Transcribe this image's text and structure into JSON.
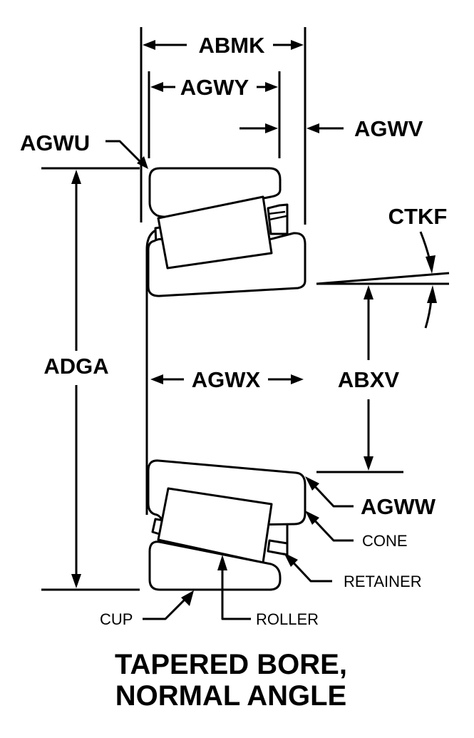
{
  "diagram": {
    "title_line_1": "TAPERED BORE,",
    "title_line_2": "NORMAL ANGLE",
    "dimension_labels": {
      "abmk": "ABMK",
      "agwy": "AGWY",
      "agwu": "AGWU",
      "agwv": "AGWV",
      "ctkf": "CTKF",
      "adga": "ADGA",
      "agwx": "AGWX",
      "abxv": "ABXV",
      "agww": "AGWW"
    },
    "part_labels": {
      "cone": "CONE",
      "retainer": "RETAINER",
      "cup": "CUP",
      "roller": "ROLLER"
    }
  }
}
